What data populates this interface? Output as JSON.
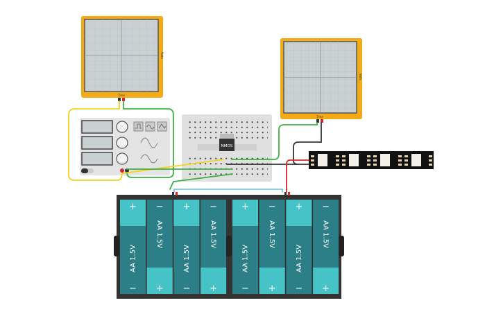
{
  "oscilloscopes": [
    {
      "x_axis_label": "Time",
      "y_axis_label": "Volts"
    },
    {
      "x_axis_label": "Time",
      "y_axis_label": "Volts"
    }
  ],
  "breadboard": {
    "component_label": "NMOS"
  },
  "battery_packs": [
    {
      "cells": [
        {
          "label": "AA 1.5V",
          "plus": "+",
          "minus": "−",
          "orientation": "plus-top"
        },
        {
          "label": "AA 1.5V",
          "plus": "+",
          "minus": "−",
          "orientation": "minus-top"
        },
        {
          "label": "AA 1.5V",
          "plus": "+",
          "minus": "−",
          "orientation": "plus-top"
        },
        {
          "label": "AA 1.5V",
          "plus": "+",
          "minus": "−",
          "orientation": "minus-top"
        }
      ]
    },
    {
      "cells": [
        {
          "label": "AA 1.5V",
          "plus": "+",
          "minus": "−",
          "orientation": "plus-top"
        },
        {
          "label": "AA 1.5V",
          "plus": "+",
          "minus": "−",
          "orientation": "minus-top"
        },
        {
          "label": "AA 1.5V",
          "plus": "+",
          "minus": "−",
          "orientation": "plus-top"
        },
        {
          "label": "AA 1.5V",
          "plus": "+",
          "minus": "−",
          "orientation": "minus-top"
        }
      ]
    }
  ],
  "colors": {
    "scope_frame": "#f2ab16",
    "scope_screen": "#c9d1d3",
    "battery_body": "#2c7f86",
    "battery_cap": "#45c3c6",
    "wire_green": "#3cb043",
    "wire_yellow": "#f4d21e",
    "wire_red": "#d9252a",
    "wire_black": "#333333",
    "wire_blue": "#7ec8e3"
  }
}
